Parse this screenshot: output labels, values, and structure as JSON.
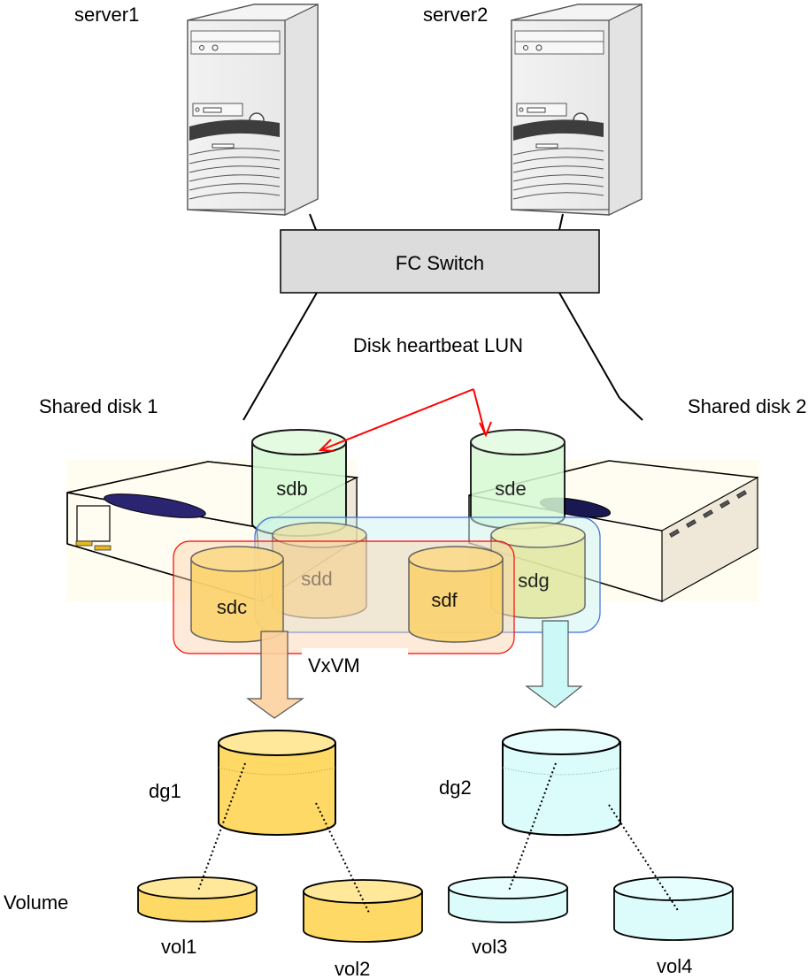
{
  "servers": [
    {
      "label": "server1"
    },
    {
      "label": "server2"
    }
  ],
  "switch": {
    "label": "FC Switch"
  },
  "heartbeat": {
    "label": "Disk heartbeat LUN",
    "arrow_color": "#ff0000"
  },
  "shared_disks": [
    {
      "label": "Shared disk 1"
    },
    {
      "label": "Shared disk 2"
    }
  ],
  "luns": {
    "sdb": "sdb",
    "sde": "sde",
    "sdc": "sdc",
    "sdd": "sdd",
    "sdf": "sdf",
    "sdg": "sdg"
  },
  "vxvm": {
    "label": "VxVM"
  },
  "disk_groups": [
    {
      "label": "dg1",
      "color": "#ffd966"
    },
    {
      "label": "dg2",
      "color": "#dcfcfc"
    }
  ],
  "volume_label": "Volume",
  "volumes": [
    {
      "label": "vol1"
    },
    {
      "label": "vol2"
    },
    {
      "label": "vol3"
    },
    {
      "label": "vol4"
    }
  ],
  "colors": {
    "heartbeat_lun": "#d7f9d4",
    "dg1_lun": "#fcd36e",
    "dg2_lun": "#e3e8a0",
    "group_red_border": "#ff0000",
    "group_blue_border": "#3b6fe0",
    "switch_fill": "#dcdcdc"
  }
}
